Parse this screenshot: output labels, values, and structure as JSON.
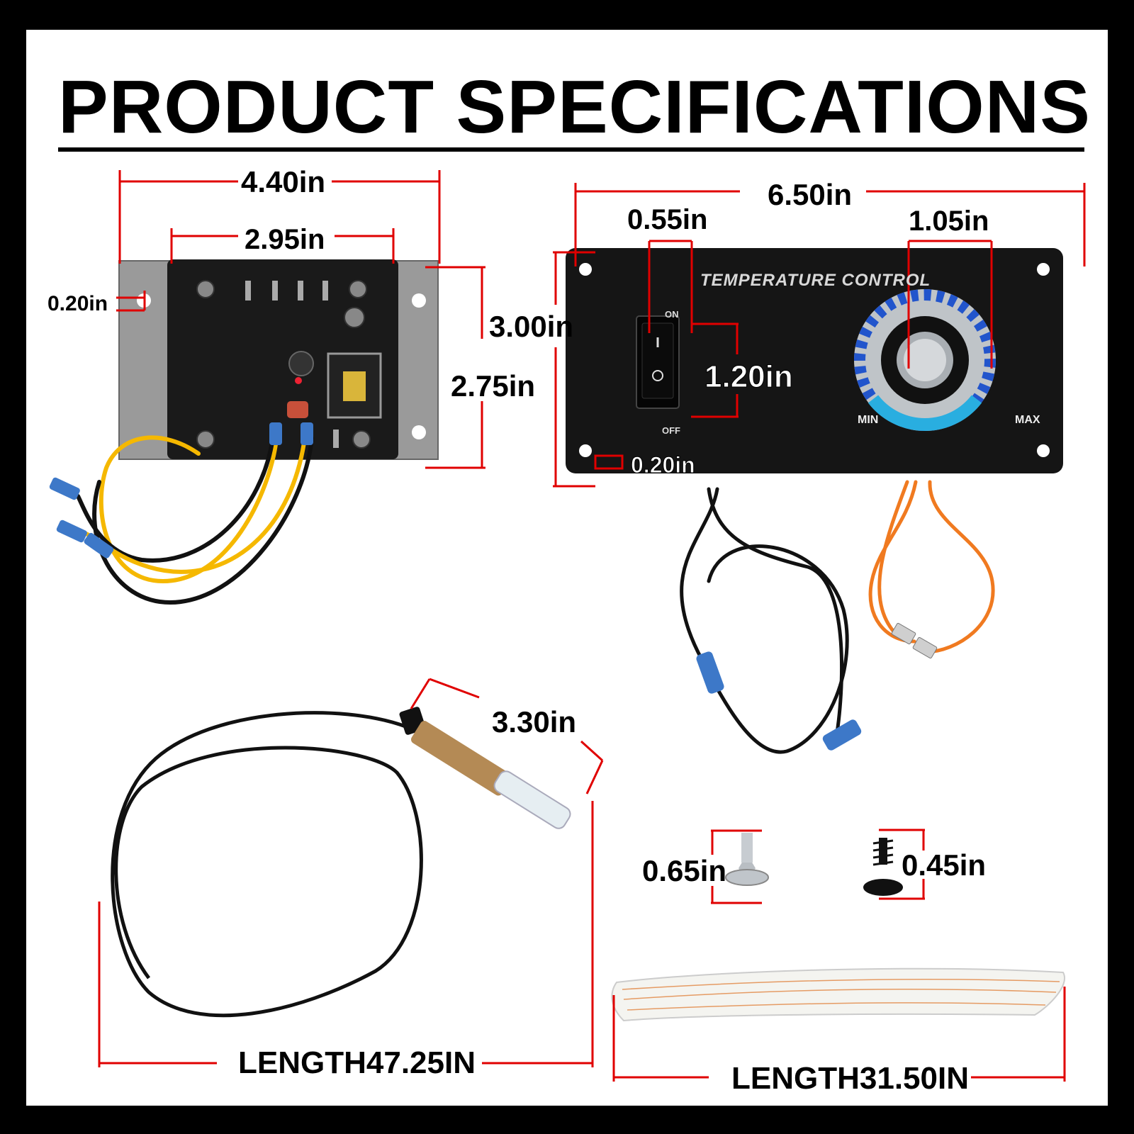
{
  "title": "PRODUCT SPECIFICATIONS",
  "controller_board": {
    "width_outer": "4.40in",
    "width_inner": "2.95in",
    "hole_offset": "0.20in",
    "height": "2.75in",
    "wire_colors": [
      "#f5b800",
      "#111111"
    ]
  },
  "control_panel": {
    "label": "TEMPERATURE CONTROL",
    "width": "6.50in",
    "switch_width": "0.55in",
    "knob_width": "1.05in",
    "height": "3.00in",
    "switch_height": "1.20in",
    "hole_offset": "0.20in",
    "switch_on": "ON",
    "switch_off": "OFF",
    "knob_min": "MIN",
    "knob_max": "MAX",
    "wire_colors": [
      "#111111",
      "#f07a20"
    ]
  },
  "probe": {
    "tip_length": "3.30in",
    "length": "LENGTH47.25IN"
  },
  "screws": {
    "hex_screw": "0.65in",
    "wood_screw": "0.45in"
  },
  "gasket": {
    "length": "LENGTH31.50IN"
  },
  "colors": {
    "dimension_line": "#e00000",
    "panel": "#151515",
    "knob_ring": "#2255cc",
    "knob_arc": "#29aee0"
  }
}
